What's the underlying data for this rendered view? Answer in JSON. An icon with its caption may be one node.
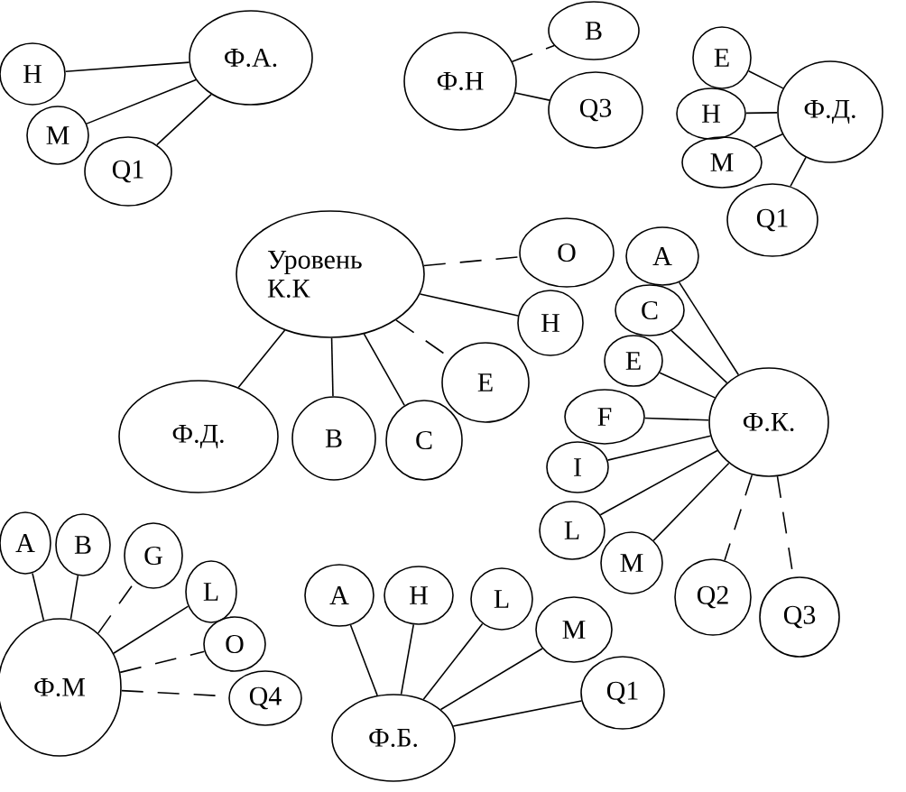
{
  "diagram": {
    "nodes": [
      {
        "text": [
          "Ф.А."
        ]
      },
      {
        "text": [
          "Н"
        ]
      },
      {
        "text": [
          "М"
        ]
      },
      {
        "text": [
          "Q1"
        ]
      },
      {
        "text": [
          "Ф.Н"
        ]
      },
      {
        "text": [
          "В"
        ]
      },
      {
        "text": [
          "Q3"
        ]
      },
      {
        "text": [
          "Ф.Д."
        ]
      },
      {
        "text": [
          "Е"
        ]
      },
      {
        "text": [
          "Н"
        ]
      },
      {
        "text": [
          "М"
        ]
      },
      {
        "text": [
          "Q1"
        ]
      },
      {
        "text": [
          "Уровень К.К"
        ]
      },
      {
        "text": [
          "О"
        ]
      },
      {
        "text": [
          "Н"
        ]
      },
      {
        "text": [
          "Е"
        ]
      },
      {
        "text": [
          "Ф.Д."
        ]
      },
      {
        "text": [
          "В"
        ]
      },
      {
        "text": [
          "С"
        ]
      },
      {
        "text": [
          "А"
        ]
      },
      {
        "text": [
          "С"
        ]
      },
      {
        "text": [
          "Е"
        ]
      },
      {
        "text": [
          "F"
        ]
      },
      {
        "text": [
          "I"
        ]
      },
      {
        "text": [
          "L"
        ]
      },
      {
        "text": [
          "М"
        ]
      },
      {
        "text": [
          "Q2"
        ]
      },
      {
        "text": [
          "Q3"
        ]
      },
      {
        "text": [
          "Ф.К."
        ]
      },
      {
        "text": [
          "Ф.М"
        ]
      },
      {
        "text": [
          "А"
        ]
      },
      {
        "text": [
          "В"
        ]
      },
      {
        "text": [
          "G"
        ]
      },
      {
        "text": [
          "L"
        ]
      },
      {
        "text": [
          "О"
        ]
      },
      {
        "text": [
          "Q4"
        ]
      },
      {
        "text": [
          "Ф.Б."
        ]
      },
      {
        "text": [
          "А"
        ]
      },
      {
        "text": [
          "Н"
        ]
      },
      {
        "text": [
          "L"
        ]
      },
      {
        "text": [
          "М"
        ]
      },
      {
        "text": [
          "Q1"
        ]
      }
    ],
    "edges": [
      {
        "from": 0,
        "to": 1,
        "arrow": "none"
      },
      {
        "from": 0,
        "to": 2,
        "arrow": "none"
      },
      {
        "from": 0,
        "to": 3,
        "arrow": "none"
      },
      {
        "from": 4,
        "to": 5,
        "arrow": "none",
        "style": "dashed"
      },
      {
        "from": 4,
        "to": 6,
        "arrow": "none"
      },
      {
        "from": 7,
        "to": 8,
        "arrow": "none"
      },
      {
        "from": 7,
        "to": 9,
        "arrow": "none"
      },
      {
        "from": 7,
        "to": 10,
        "arrow": "none"
      },
      {
        "from": 7,
        "to": 11,
        "arrow": "none"
      },
      {
        "from": 12,
        "to": 13,
        "arrow": "none",
        "style": "dashed"
      },
      {
        "from": 12,
        "to": 14,
        "arrow": "none"
      },
      {
        "from": 12,
        "to": 15,
        "arrow": "none",
        "style": "dashed"
      },
      {
        "from": 12,
        "to": 16,
        "arrow": "none"
      },
      {
        "from": 12,
        "to": 17,
        "arrow": "none"
      },
      {
        "from": 12,
        "to": 18,
        "arrow": "none"
      },
      {
        "from": 28,
        "to": 19,
        "arrow": "none"
      },
      {
        "from": 28,
        "to": 20,
        "arrow": "none"
      },
      {
        "from": 28,
        "to": 21,
        "arrow": "none"
      },
      {
        "from": 28,
        "to": 22,
        "arrow": "none"
      },
      {
        "from": 28,
        "to": 23,
        "arrow": "none"
      },
      {
        "from": 28,
        "to": 24,
        "arrow": "none"
      },
      {
        "from": 28,
        "to": 25,
        "arrow": "none"
      },
      {
        "from": 28,
        "to": 26,
        "arrow": "none",
        "style": "dashed"
      },
      {
        "from": 28,
        "to": 27,
        "arrow": "none",
        "style": "dashed"
      },
      {
        "from": 29,
        "to": 30,
        "arrow": "none"
      },
      {
        "from": 29,
        "to": 31,
        "arrow": "none"
      },
      {
        "from": 29,
        "to": 32,
        "arrow": "none",
        "style": "dashed"
      },
      {
        "from": 29,
        "to": 33,
        "arrow": "none"
      },
      {
        "from": 29,
        "to": 34,
        "arrow": "none",
        "style": "dashed"
      },
      {
        "from": 29,
        "to": 35,
        "arrow": "none",
        "style": "dashed"
      },
      {
        "from": 36,
        "to": 37,
        "arrow": "none"
      },
      {
        "from": 36,
        "to": 38,
        "arrow": "none"
      },
      {
        "from": 36,
        "to": 39,
        "arrow": "none"
      },
      {
        "from": 36,
        "to": 40,
        "arrow": "none"
      },
      {
        "from": 36,
        "to": 41,
        "arrow": "none"
      }
    ]
  }
}
